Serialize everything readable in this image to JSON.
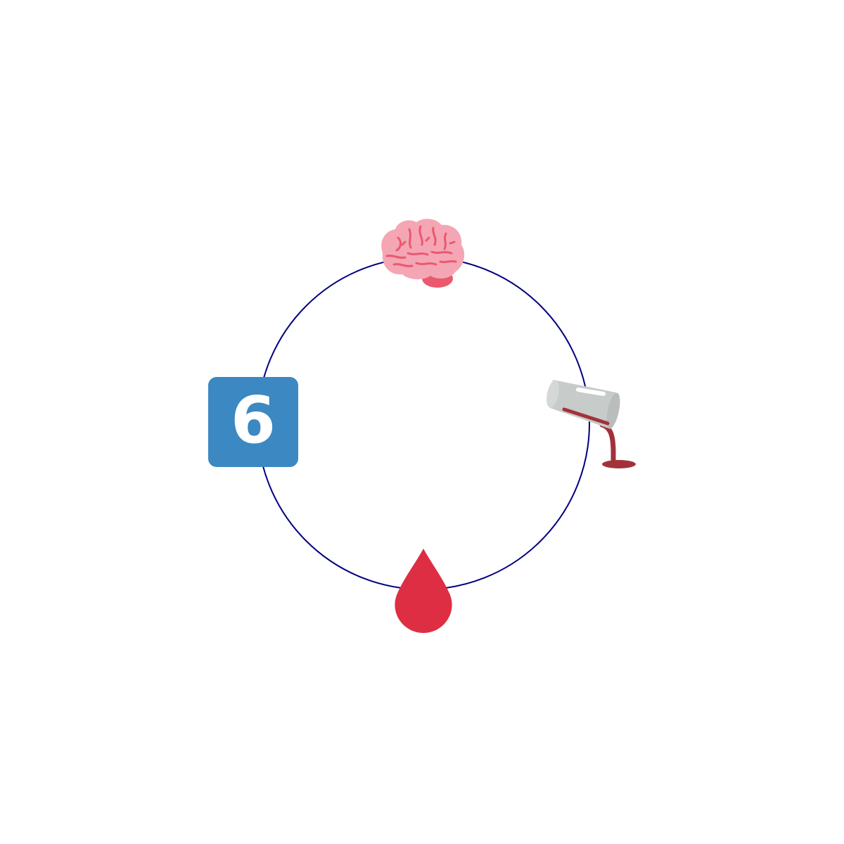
{
  "diagram": {
    "ring_color": "#000080",
    "nodes": [
      {
        "position": "top",
        "icon": "brain-icon",
        "color": "#f4a6b4"
      },
      {
        "position": "right",
        "icon": "spilling-glass-icon",
        "color": "#a2323a"
      },
      {
        "position": "bottom",
        "icon": "blood-drop-icon",
        "color": "#dd2e44"
      },
      {
        "position": "left",
        "icon": "keycap-six-icon",
        "color": "#3b88c3",
        "label": "6"
      }
    ]
  }
}
